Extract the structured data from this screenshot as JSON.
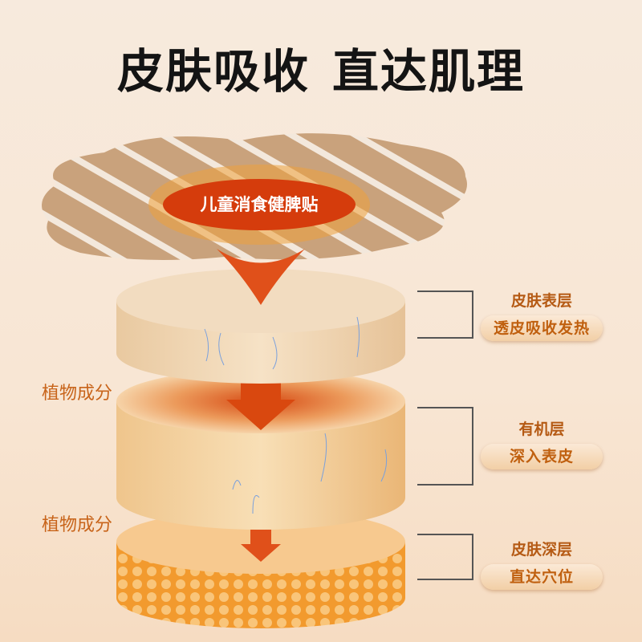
{
  "title": {
    "part1": "皮肤吸收",
    "part2": "直达肌理"
  },
  "product_badge": "儿童消食健脾贴",
  "side_labels": [
    "植物成分",
    "植物成分"
  ],
  "layers": [
    {
      "heading": "皮肤表层",
      "pill": "透皮吸收发热"
    },
    {
      "heading": "有机层",
      "pill": "深入表皮"
    },
    {
      "heading": "皮肤深层",
      "pill": "直达穴位"
    }
  ],
  "colors": {
    "accent": "#d53c0c",
    "label": "#c8641a",
    "arrow": "#e0501a"
  }
}
